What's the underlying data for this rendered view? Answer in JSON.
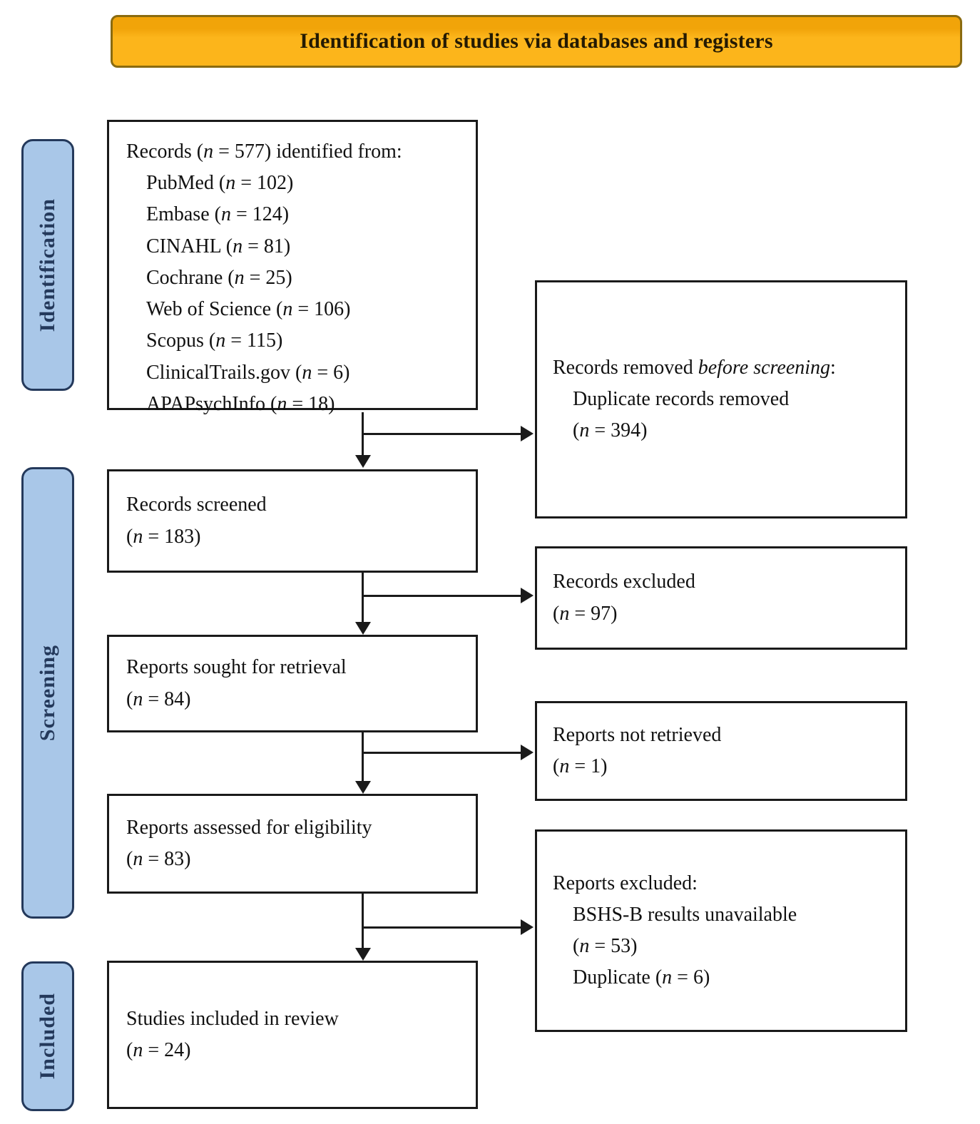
{
  "header": {
    "title": "Identification of studies via databases and registers"
  },
  "sidebar": {
    "stages": [
      {
        "label": "Identification"
      },
      {
        "label": "Screening"
      },
      {
        "label": "Included"
      }
    ]
  },
  "boxes": {
    "records_identified": {
      "lines": [
        "Records (*n* = 577) identified from:",
        "    PubMed (*n* = 102)",
        "    Embase (*n* = 124)",
        "    CINAHL (*n* = 81)",
        "    Cochrane (*n* = 25)",
        "    Web of Science (*n* = 106)",
        "    Scopus (*n* = 115)",
        "    ClinicalTrails.gov (*n* = 6)",
        "    APAPsychInfo (*n* = 18)"
      ]
    },
    "records_removed": {
      "lines": [
        "Records removed *before screening*:",
        "    Duplicate records removed",
        "    (*n* = 394)"
      ]
    },
    "records_screened": {
      "lines": [
        "Records screened",
        "(*n* = 183)"
      ]
    },
    "records_excluded": {
      "lines": [
        "Records excluded",
        "(*n* = 97)"
      ]
    },
    "reports_sought": {
      "lines": [
        "Reports sought for retrieval",
        "(*n* = 84)"
      ]
    },
    "reports_not_retrieved": {
      "lines": [
        "Reports not retrieved",
        "(*n* = 1)"
      ]
    },
    "reports_assessed": {
      "lines": [
        "Reports assessed for eligibility",
        "(*n* = 83)"
      ]
    },
    "reports_excluded": {
      "lines": [
        "Reports excluded:",
        "    BSHS-B results unavailable",
        "    (*n* = 53)",
        "    Duplicate (*n* = 6)"
      ]
    },
    "studies_included": {
      "lines": [
        "Studies included in review",
        "(*n* = 24)"
      ]
    }
  },
  "colors": {
    "banner_fill": "#FCB51B",
    "banner_border": "#8A6B10",
    "stage_fill": "#A9C7E8",
    "stage_border": "#24395B",
    "box_border": "#1A1A1A",
    "arrow": "#1A1A1A"
  }
}
